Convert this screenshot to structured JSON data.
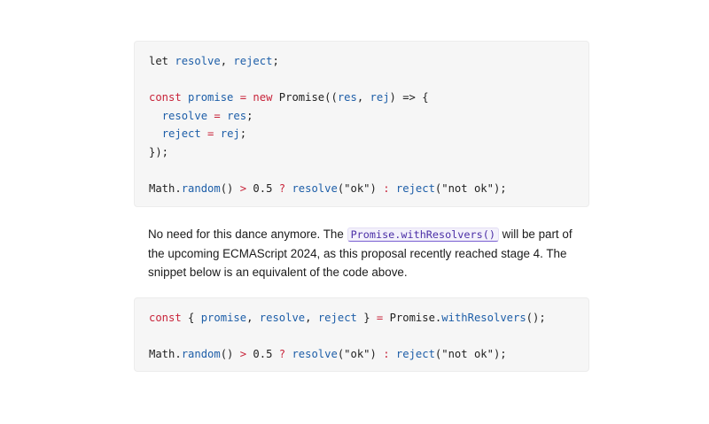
{
  "code_block_1": {
    "lines": [
      [
        {
          "t": "let ",
          "c": "tok-plain"
        },
        {
          "t": "resolve",
          "c": "tok-var"
        },
        {
          "t": ", ",
          "c": "tok-plain"
        },
        {
          "t": "reject",
          "c": "tok-var"
        },
        {
          "t": ";",
          "c": "tok-plain"
        }
      ],
      [],
      [
        {
          "t": "const ",
          "c": "tok-keyword"
        },
        {
          "t": "promise",
          "c": "tok-var"
        },
        {
          "t": " = ",
          "c": "tok-op"
        },
        {
          "t": "new ",
          "c": "tok-keyword"
        },
        {
          "t": "Promise((",
          "c": "tok-plain"
        },
        {
          "t": "res",
          "c": "tok-var"
        },
        {
          "t": ", ",
          "c": "tok-plain"
        },
        {
          "t": "rej",
          "c": "tok-var"
        },
        {
          "t": ") => {",
          "c": "tok-plain"
        }
      ],
      [
        {
          "t": "  ",
          "c": "tok-plain"
        },
        {
          "t": "resolve",
          "c": "tok-var"
        },
        {
          "t": " = ",
          "c": "tok-op"
        },
        {
          "t": "res",
          "c": "tok-var"
        },
        {
          "t": ";",
          "c": "tok-plain"
        }
      ],
      [
        {
          "t": "  ",
          "c": "tok-plain"
        },
        {
          "t": "reject",
          "c": "tok-var"
        },
        {
          "t": " = ",
          "c": "tok-op"
        },
        {
          "t": "rej",
          "c": "tok-var"
        },
        {
          "t": ";",
          "c": "tok-plain"
        }
      ],
      [
        {
          "t": "});",
          "c": "tok-plain"
        }
      ],
      [],
      [
        {
          "t": "Math.",
          "c": "tok-plain"
        },
        {
          "t": "random",
          "c": "tok-var"
        },
        {
          "t": "() ",
          "c": "tok-plain"
        },
        {
          "t": ">",
          "c": "tok-op"
        },
        {
          "t": " 0.5 ",
          "c": "tok-num"
        },
        {
          "t": "?",
          "c": "tok-op"
        },
        {
          "t": " ",
          "c": "tok-plain"
        },
        {
          "t": "resolve",
          "c": "tok-var"
        },
        {
          "t": "(\"ok\") ",
          "c": "tok-plain"
        },
        {
          "t": ":",
          "c": "tok-op"
        },
        {
          "t": " ",
          "c": "tok-plain"
        },
        {
          "t": "reject",
          "c": "tok-var"
        },
        {
          "t": "(\"not ok\");",
          "c": "tok-plain"
        }
      ]
    ]
  },
  "paragraph": {
    "before": "No need for this dance anymore. The ",
    "link_text": "Promise.withResolvers()",
    "after": " will be part of the upcoming ECMAScript 2024, as this proposal recently reached stage 4. The snippet below is an equivalent of the code above."
  },
  "code_block_2": {
    "lines": [
      [
        {
          "t": "const ",
          "c": "tok-keyword"
        },
        {
          "t": "{ ",
          "c": "tok-plain"
        },
        {
          "t": "promise",
          "c": "tok-var"
        },
        {
          "t": ", ",
          "c": "tok-plain"
        },
        {
          "t": "resolve",
          "c": "tok-var"
        },
        {
          "t": ", ",
          "c": "tok-plain"
        },
        {
          "t": "reject",
          "c": "tok-var"
        },
        {
          "t": " } ",
          "c": "tok-plain"
        },
        {
          "t": "=",
          "c": "tok-op"
        },
        {
          "t": " Promise.",
          "c": "tok-plain"
        },
        {
          "t": "withResolvers",
          "c": "tok-var"
        },
        {
          "t": "();",
          "c": "tok-plain"
        }
      ],
      [],
      [
        {
          "t": "Math.",
          "c": "tok-plain"
        },
        {
          "t": "random",
          "c": "tok-var"
        },
        {
          "t": "() ",
          "c": "tok-plain"
        },
        {
          "t": ">",
          "c": "tok-op"
        },
        {
          "t": " 0.5 ",
          "c": "tok-num"
        },
        {
          "t": "?",
          "c": "tok-op"
        },
        {
          "t": " ",
          "c": "tok-plain"
        },
        {
          "t": "resolve",
          "c": "tok-var"
        },
        {
          "t": "(\"ok\") ",
          "c": "tok-plain"
        },
        {
          "t": ":",
          "c": "tok-op"
        },
        {
          "t": " ",
          "c": "tok-plain"
        },
        {
          "t": "reject",
          "c": "tok-var"
        },
        {
          "t": "(\"not ok\");",
          "c": "tok-plain"
        }
      ]
    ]
  },
  "colors": {
    "keyword": "#c8243a",
    "identifier": "#1d5ea8",
    "link": "#4b2fa6"
  }
}
